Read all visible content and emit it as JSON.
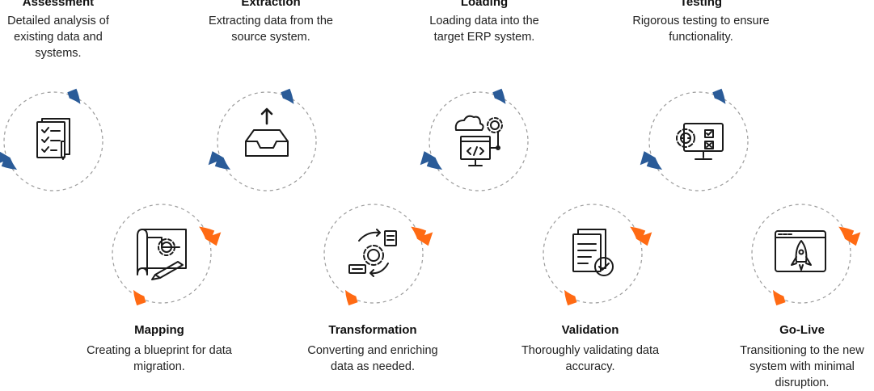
{
  "colors": {
    "blue": "#2a5b98",
    "orange": "#ff6a13",
    "icon": "#1a1a1a",
    "dash": "#9b9b9b"
  },
  "steps": [
    {
      "id": "assessment",
      "title": "Assessment",
      "description": "Detailed analysis of existing data and systems.",
      "icon": "checklist-icon",
      "color": "blue"
    },
    {
      "id": "mapping",
      "title": "Mapping",
      "description": "Creating a blueprint for data migration.",
      "icon": "blueprint-icon",
      "color": "orange"
    },
    {
      "id": "extraction",
      "title": "Extraction",
      "description": "Extracting data from the source system.",
      "icon": "inbox-upload-icon",
      "color": "blue"
    },
    {
      "id": "transformation",
      "title": "Transformation",
      "description": "Converting and enriching data as needed.",
      "icon": "transform-gear-icon",
      "color": "orange"
    },
    {
      "id": "loading",
      "title": "Loading",
      "description": "Loading data into the target ERP system.",
      "icon": "cloud-code-icon",
      "color": "blue"
    },
    {
      "id": "validation",
      "title": "Validation",
      "description": "Thoroughly validating data accuracy.",
      "icon": "document-check-icon",
      "color": "orange"
    },
    {
      "id": "testing",
      "title": "Testing",
      "description": "Rigorous testing to ensure functionality.",
      "icon": "monitor-test-icon",
      "color": "blue"
    },
    {
      "id": "golive",
      "title": "Go-Live",
      "description": "Transitioning to the new system with minimal disruption.",
      "icon": "rocket-window-icon",
      "color": "orange"
    }
  ]
}
